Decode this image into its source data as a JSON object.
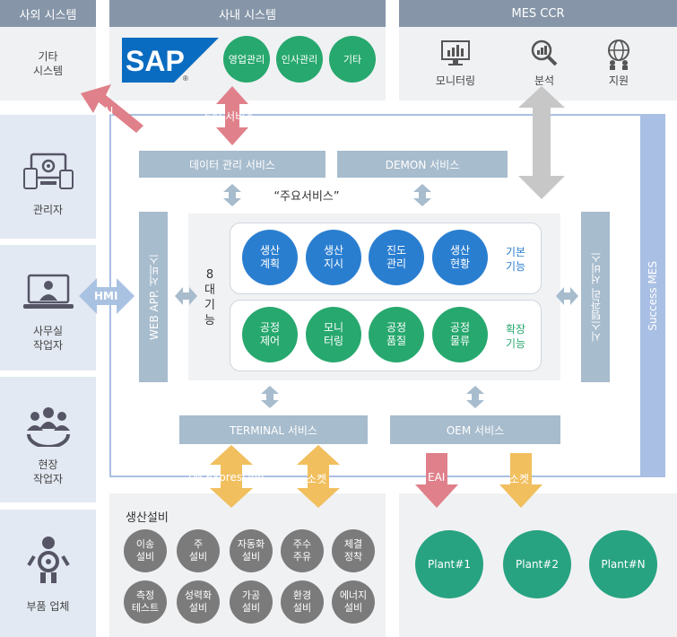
{
  "external": {
    "header": "사외 시스템",
    "other_label": "기타\n시스템"
  },
  "internal": {
    "header": "사내 시스템",
    "sap_label": "SAP",
    "sap_mark": "®",
    "modules": [
      "영업관리",
      "인사관리",
      "기타"
    ]
  },
  "mes_ccr": {
    "header": "MES CCR",
    "items": [
      {
        "label": "모니터링",
        "icon": "monitor-chart-icon"
      },
      {
        "label": "분석",
        "icon": "magnifier-chart-icon"
      },
      {
        "label": "지원",
        "icon": "globe-gear-icon"
      }
    ]
  },
  "left_roles": [
    {
      "label": "관리자",
      "icon": "devices-gear-icon"
    },
    {
      "label": "사무실\n작업자",
      "icon": "laptop-person-icon"
    },
    {
      "label": "현장\n작업자",
      "icon": "team-gear-icon"
    },
    {
      "label": "부품 업체",
      "icon": "person-gear-icon"
    }
  ],
  "arrows": {
    "eai_left": "EAI",
    "eai_service": "EAI 서비스",
    "hmi": "HMI",
    "tm_expression": "TM Expression",
    "socket_left": "소켓",
    "eai_bottom": "EAI",
    "socket_right": "소켓"
  },
  "services": {
    "data_mgmt": "데이터 관리 서비스",
    "demon": "DEMON 서비스",
    "main": "“주요서비스”",
    "web_app": "WEB APP. 서비스",
    "system_mgmt": "시스템관리 서비스",
    "terminal": "TERMINAL 서비스",
    "oem": "OEM 서비스",
    "success_mes": "Success MES"
  },
  "core": {
    "label": "8\n대\n기\n능",
    "basic": {
      "label": "기본\n기능",
      "items": [
        "생산\n계획",
        "생산\n지시",
        "진도\n관리",
        "생산\n현황"
      ]
    },
    "extended": {
      "label": "확장\n기능",
      "items": [
        "공정\n제어",
        "모니\n터링",
        "공정\n품질",
        "공정\n물류"
      ]
    }
  },
  "equipment": {
    "title": "생산설비",
    "items": [
      "이송\n설비",
      "주\n설비",
      "자동화\n설비",
      "주수\n주유",
      "체결\n정착",
      "측정\n테스트",
      "성력화\n설비",
      "가공\n설비",
      "환경\n설비",
      "에너지\n설비"
    ]
  },
  "plants": [
    "Plant#1",
    "Plant#2",
    "Plant#N"
  ],
  "colors": {
    "header": "#8696a8",
    "service": "#a7bccd",
    "basic": "#2a7ed0",
    "extended": "#27a86e",
    "plant": "#27a382",
    "equipment": "#7b7b7b",
    "arrow_pink": "#e0808a",
    "arrow_gold": "#f1bf5e",
    "arrow_blue": "#aac2e2",
    "arrow_gray": "#c7c7c7",
    "sap_blue": "#0a6cc0"
  }
}
